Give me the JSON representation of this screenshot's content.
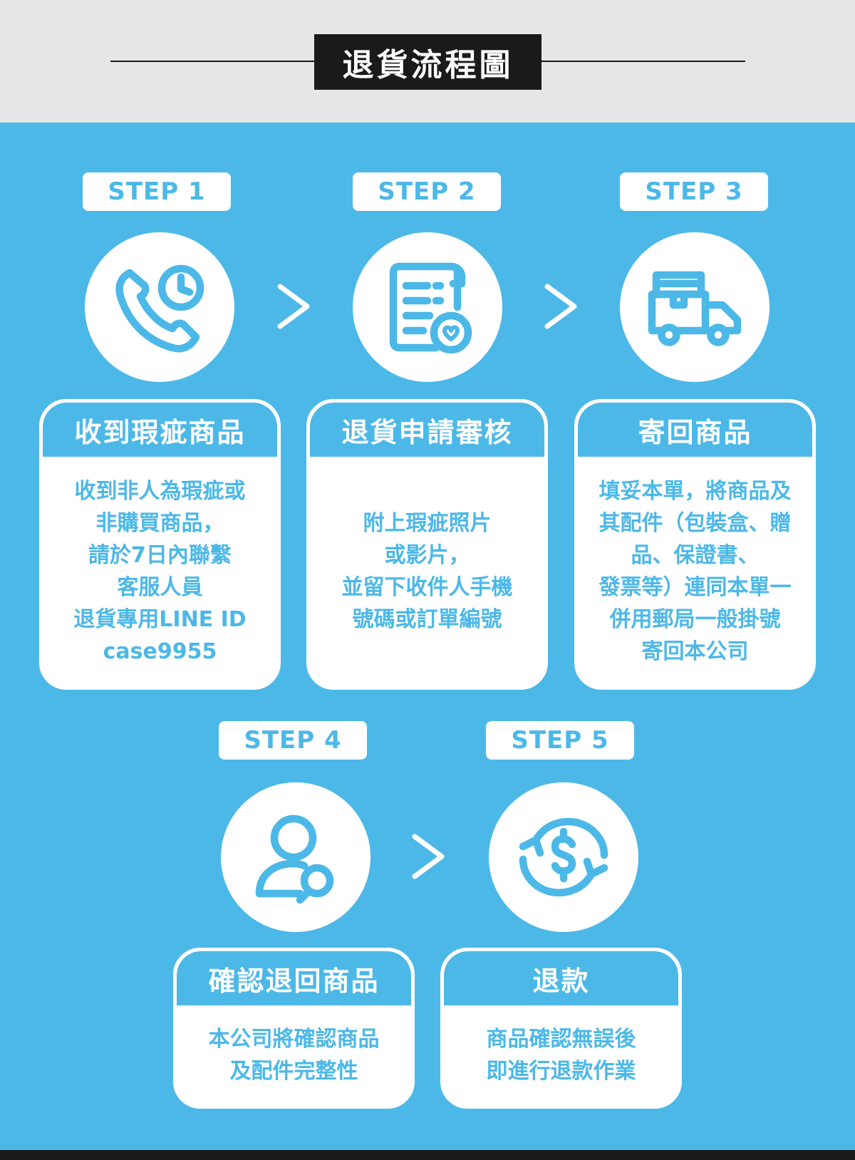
{
  "title": "退貨流程圖",
  "colors": {
    "accent": "#4cb8e8",
    "header_bg": "#e6e6e6",
    "dark": "#1a1a1a",
    "white": "#ffffff"
  },
  "steps": [
    {
      "label": "STEP 1",
      "icon": "phone-clock-icon",
      "heading": "收到瑕疵商品",
      "lines": [
        "收到非人為瑕疵或",
        "非購買商品，",
        "請於7日內聯繫",
        "客服人員",
        "退貨專用LINE ID",
        "case9955"
      ]
    },
    {
      "label": "STEP 2",
      "icon": "document-heart-icon",
      "heading": "退貨申請審核",
      "lines": [
        "附上瑕疵照片",
        "或影片，",
        "並留下收件人手機",
        "號碼或訂單編號"
      ]
    },
    {
      "label": "STEP 3",
      "icon": "delivery-truck-icon",
      "heading": "寄回商品",
      "lines": [
        "填妥本單，將商品及",
        "其配件（包裝盒、贈",
        "品、保證書、",
        "發票等）連同本單一",
        "併用郵局一般掛號",
        "寄回本公司"
      ]
    },
    {
      "label": "STEP 4",
      "icon": "user-search-icon",
      "heading": "確認退回商品",
      "lines": [
        "本公司將確認商品",
        "及配件完整性"
      ]
    },
    {
      "label": "STEP 5",
      "icon": "dollar-refresh-icon",
      "heading": "退款",
      "lines": [
        "商品確認無誤後",
        "即進行退款作業"
      ]
    }
  ]
}
